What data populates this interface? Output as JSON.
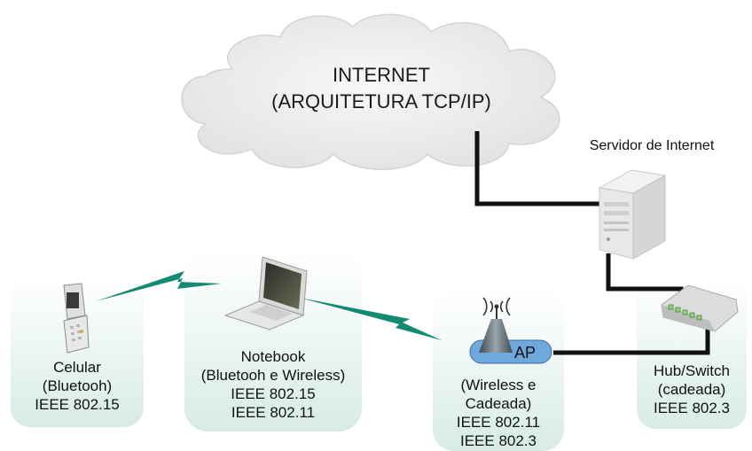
{
  "cloud": {
    "line1": "INTERNET",
    "line2": "(ARQUITETURA TCP/IP)"
  },
  "server": {
    "label": "Servidor de Internet"
  },
  "phone": {
    "line1": "Celular",
    "line2": "(Bluetooh)",
    "line3": "IEEE 802.15"
  },
  "notebook": {
    "line1": "Notebook",
    "line2": "(Bluetooh e Wireless)",
    "line3": "IEEE 802.15",
    "line4": "IEEE 802.11"
  },
  "ap": {
    "badge": "AP",
    "line1": "(Wireless e",
    "line2": "Cadeada)",
    "line3": "IEEE 802.11",
    "line4": "IEEE 802.3"
  },
  "hub": {
    "line1": "Hub/Switch",
    "line2": "(cadeada)",
    "line3": "IEEE 802.3"
  },
  "colors": {
    "panel": "#e6f3ef",
    "wireless_bolt": "#148a73",
    "cable": "#111111",
    "ap_badge": "#6fa8dc"
  }
}
